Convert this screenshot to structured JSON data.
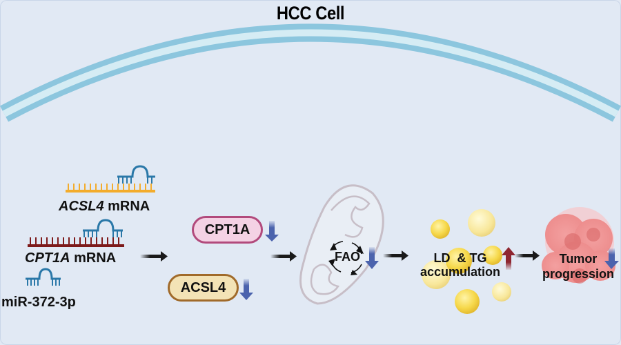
{
  "title": "HCC Cell",
  "molecules": {
    "acsl4_mrna": {
      "gene": "ACSL4",
      "suffix": " mRNA"
    },
    "cpt1a_mrna": {
      "gene": "CPT1A",
      "suffix": " mRNA"
    },
    "mirna": "miR-372-3p"
  },
  "proteins": {
    "cpt1a": {
      "label": "CPT1A",
      "direction": "down"
    },
    "acsl4": {
      "label": "ACSL4",
      "direction": "down"
    }
  },
  "process": {
    "fao": {
      "label": "FAO",
      "direction": "down"
    },
    "ld_tg": {
      "line1": "LD  & TG",
      "line2": "accumulation",
      "direction": "up"
    },
    "tumor": {
      "line1": "Tumor",
      "line2": "progression",
      "direction": "down"
    }
  },
  "colors": {
    "background": "#e1e9f4",
    "membrane_outer": "#8cc6de",
    "membrane_inner": "#d5ecf4",
    "acsl4_mrna": "#f3ac2c",
    "cpt1a_mrna": "#7d1a1a",
    "mirna": "#2a78a8",
    "down_arrow": "#4b63ad",
    "up_arrow": "#8e2630"
  }
}
